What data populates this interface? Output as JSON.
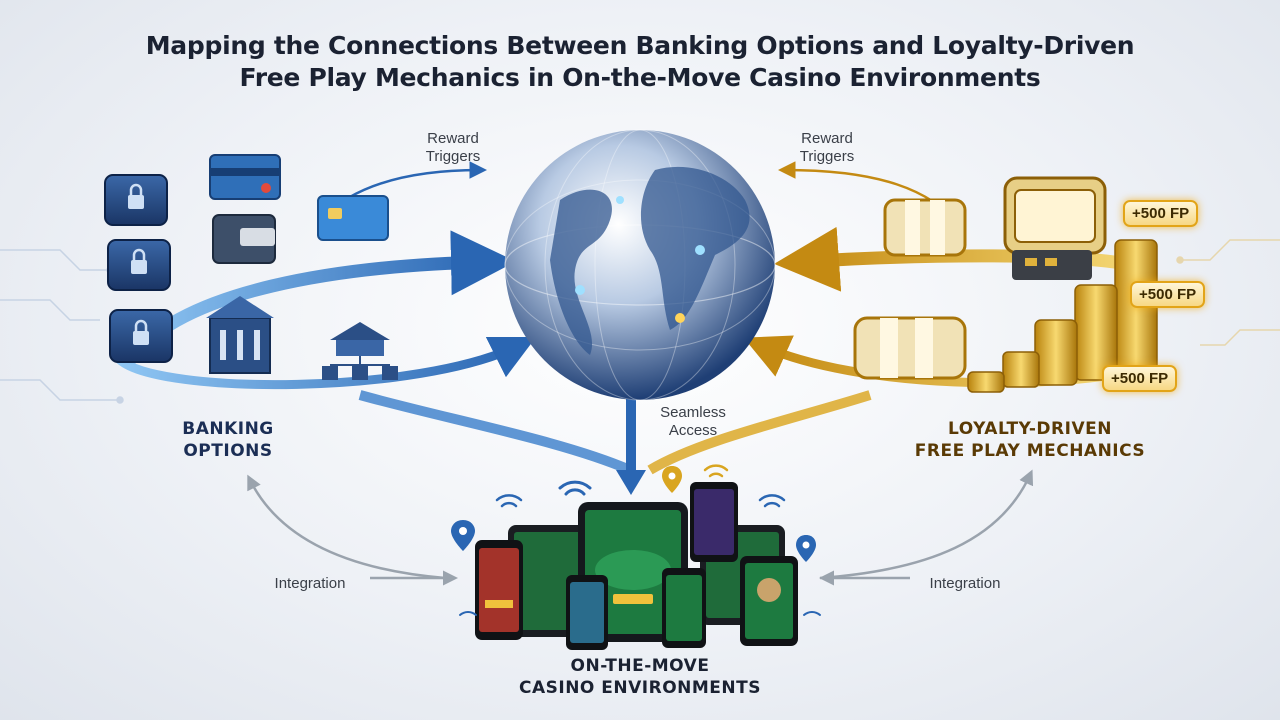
{
  "title_line1": "Mapping the Connections Between Banking Options and Loyalty-Driven",
  "title_line2": "Free Play Mechanics in On-the-Move Casino Environments",
  "labels": {
    "reward_left_1": "Reward",
    "reward_left_2": "Triggers",
    "reward_right_1": "Reward",
    "reward_right_2": "Triggers",
    "seamless_1": "Seamless",
    "seamless_2": "Access",
    "integration_left": "Integration",
    "integration_right": "Integration"
  },
  "sections": {
    "banking_1": "BANKING",
    "banking_2": "OPTIONS",
    "loyalty_1": "LOYALTY-DRIVEN",
    "loyalty_2": "FREE PLAY MECHANICS",
    "casino_1": "ON-THE-MOVE",
    "casino_2": "CASINO ENVIRONMENTS"
  },
  "badges": [
    "+500 FP",
    "+500 FP",
    "+500 FP"
  ],
  "colors": {
    "banking_blue": "#2f6fb8",
    "loyalty_gold": "#d9a520",
    "globe_blue": "#2a4d8a",
    "gray_arrow": "#9aa3ad"
  },
  "icons": {
    "banking": [
      "wallet-lock-icon",
      "wallet-lock-icon",
      "wallet-lock-icon",
      "credit-card-icon",
      "wallet-icon",
      "credit-card-chip-icon",
      "bank-building-icon",
      "bank-network-icon"
    ],
    "loyalty": [
      "slot-reel-icon",
      "slot-machine-icon",
      "slot-reel-icon",
      "coin-stack-icon"
    ],
    "casino": [
      "smartphone-icon",
      "tablet-icon",
      "wifi-icon",
      "location-pin-icon"
    ]
  }
}
